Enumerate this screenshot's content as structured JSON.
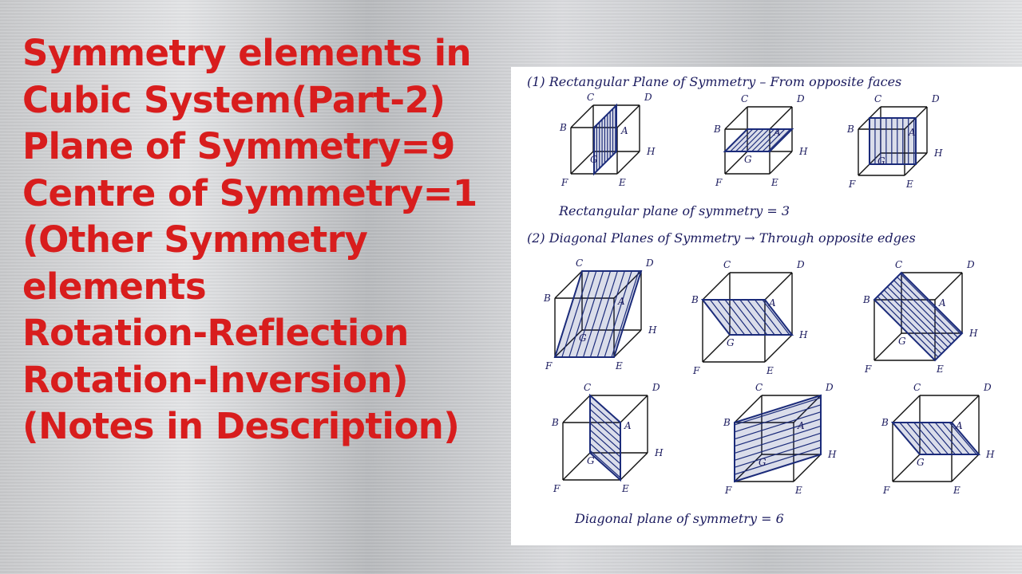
{
  "title_lines": [
    "Symmetry elements in",
    "Cubic System(Part-2)",
    "Plane of Symmetry=9",
    "Centre of Symmetry=1",
    "(Other Symmetry",
    "elements",
    "Rotation-Reflection",
    "Rotation-Inversion)",
    "(Notes in Description)"
  ],
  "notes": {
    "section1_heading": "(1) Rectangular Plane of Symmetry – From opposite faces",
    "section1_result": "Rectangular plane of symmetry = 3",
    "section2_heading": "(2) Diagonal Planes of Symmetry → Through opposite edges",
    "section2_result": "Diagonal plane of symmetry = 6",
    "vertex_labels": [
      "A",
      "B",
      "C",
      "D",
      "E",
      "F",
      "G",
      "H"
    ]
  },
  "colors": {
    "title": "#d81d1d",
    "ink": "#111111",
    "hatch": "#1b2b7a",
    "background": "brushed-metal-gray"
  }
}
